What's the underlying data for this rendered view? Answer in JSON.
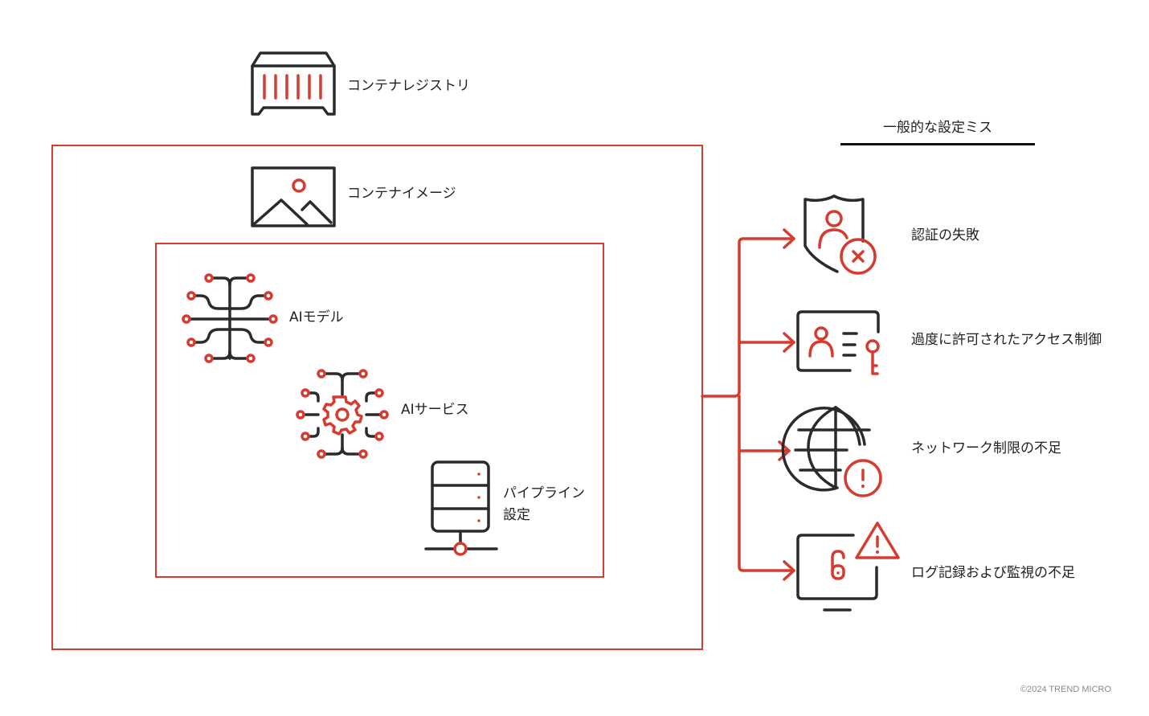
{
  "diagram": {
    "registry": {
      "label": "コンテナレジストリ",
      "icon": "container-registry-icon"
    },
    "image": {
      "label": "コンテナイメージ",
      "icon": "container-image-icon"
    },
    "inner": {
      "ai_model": {
        "label": "AIモデル",
        "icon": "neural-network-icon"
      },
      "ai_service": {
        "label": "AIサービス",
        "icon": "gear-network-icon"
      },
      "pipeline": {
        "label_line1": "パイプライン",
        "label_line2": "設定",
        "icon": "server-icon"
      }
    },
    "misconfigs": {
      "heading": "一般的な設定ミス",
      "items": [
        {
          "label": "認証の失敗",
          "icon": "shield-user-x-icon"
        },
        {
          "label": "過度に許可されたアクセス制御",
          "icon": "id-card-key-icon"
        },
        {
          "label": "ネットワーク制限の不足",
          "icon": "globe-alert-icon"
        },
        {
          "label": "ログ記録および監視の不足",
          "icon": "monitor-lock-warning-icon"
        }
      ]
    },
    "colors": {
      "accent": "#d63b2f",
      "ink": "#2b2b2b"
    }
  },
  "footer": {
    "copyright": "©2024 TREND MICRO"
  }
}
